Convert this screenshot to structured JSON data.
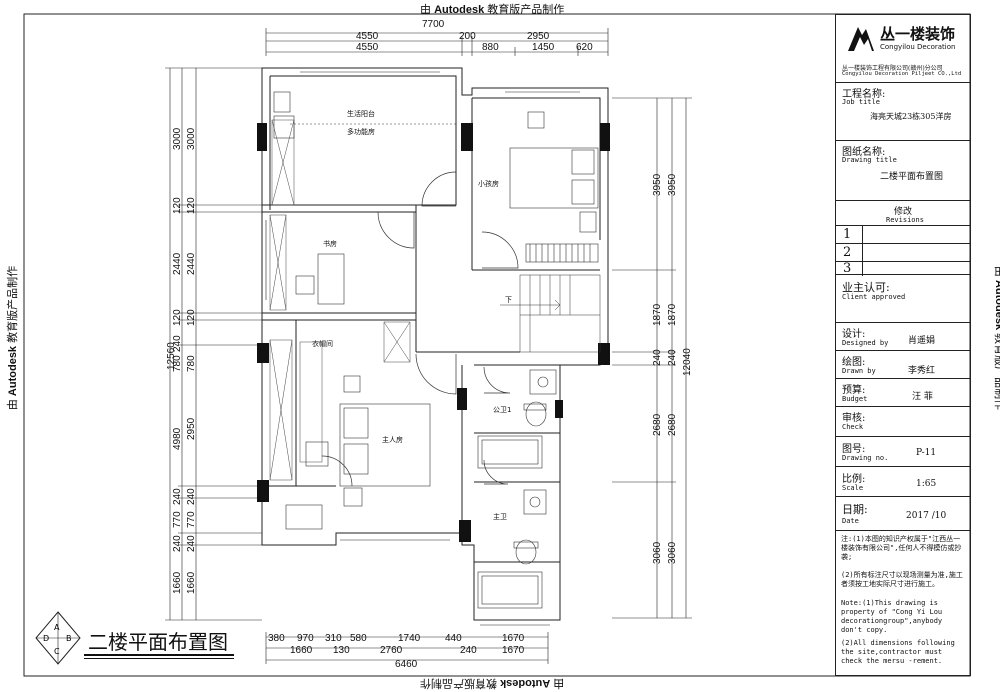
{
  "watermark": {
    "prefix": "由 ",
    "brand": "Autodesk",
    "suffix": " 教育版产品制作"
  },
  "plan_title": "二楼平面布置图",
  "compass_letters": {
    "a": "A",
    "b": "B",
    "c": "C",
    "d": "D"
  },
  "rooms": {
    "balcony": "生活阳台",
    "multi": "多功能房",
    "kids": "小孩房",
    "study": "书房",
    "closet": "衣帽间",
    "master": "主人房",
    "public_bath": "公卫1",
    "master_bath": "主卫",
    "stair_down": "下"
  },
  "dims": {
    "top_total": "7700",
    "top_a1": "4550",
    "top_a2": "200",
    "top_a3": "2950",
    "top_b1": "4550",
    "top_b2": "880",
    "top_b3": "1450",
    "top_b4": "620",
    "left_total": "12560",
    "left_outer": [
      "3000",
      "120",
      "2440",
      "120",
      "240",
      "780",
      "4980",
      "240",
      "770",
      "240",
      "1660"
    ],
    "left_inner": [
      "3000",
      "120",
      "2440",
      "120",
      "780",
      "2950",
      "240",
      "770",
      "240",
      "1660"
    ],
    "right_total": "12040",
    "right_outer": [
      "3950",
      "1870",
      "240",
      "2680",
      "3060"
    ],
    "right_inner": [
      "3950",
      "1870",
      "240",
      "2680",
      "3060"
    ],
    "bottom_a": [
      "380",
      "970",
      "310",
      "580",
      "1740",
      "440",
      "1670"
    ],
    "bottom_b": [
      "1660",
      "130",
      "2760",
      "240",
      "1670"
    ],
    "bottom_total": "6460"
  },
  "title_block": {
    "company_cn": "丛一楼装饰",
    "company_en": "Congyilou Decoration",
    "company_full_cn": "丛一楼装饰工程有限公司(赣州)分公司",
    "company_full_en": "Congyilou Decoration Piljeet CO.,Ltd",
    "job_label": "工程名称:",
    "job_sub": "Job title",
    "job_value": "海亮天城23栋305洋房",
    "drawing_label": "图纸名称:",
    "drawing_sub": "Drawing title",
    "drawing_value": "二楼平面布置图",
    "rev_label": "修改",
    "rev_sub": "Revisions",
    "rev_nums": [
      "1",
      "2",
      "3"
    ],
    "client_label": "业主认可:",
    "client_sub": "Client approved",
    "design_label": "设计:",
    "design_sub": "Designed by",
    "design_value": "肖遥娟",
    "drawn_label": "绘图:",
    "drawn_sub": "Drawn by",
    "drawn_value": "李秀红",
    "budget_label": "预算:",
    "budget_sub": "Budget",
    "budget_value": "汪 菲",
    "check_label": "审核:",
    "check_sub": "Check",
    "no_label": "图号:",
    "no_sub": "Drawing no.",
    "no_value": "P-11",
    "scale_label": "比例:",
    "scale_sub": "Scale",
    "scale_value": "1:65",
    "date_label": "日期:",
    "date_sub": "Date",
    "date_value": "2017 /10",
    "note_cn1": "注:(1)本图的知识产权属于\"江西丛一楼装饰有限公司\",任何人不得模仿或抄袭;",
    "note_cn2": "(2)所有标注尺寸以现场测量为准,施工者须按工地实际尺寸进行施工。",
    "note_en1": "Note:(1)This drawing is property of \"Cong Yi Lou decorationgroup\",anybody don't copy.",
    "note_en2": "(2)All dimensions following the site,contractor must check the mersu -rement."
  }
}
